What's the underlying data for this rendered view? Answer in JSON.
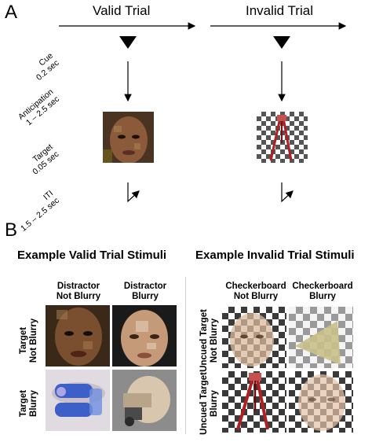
{
  "panel_a": {
    "letter": "A",
    "valid_title": "Valid Trial",
    "invalid_title": "Invalid Trial",
    "stages": [
      {
        "name": "Cue",
        "time": "0.2 sec"
      },
      {
        "name": "Anticipation",
        "time": "1 – 2.5 sec"
      },
      {
        "name": "Target",
        "time": "0.05 sec"
      },
      {
        "name": "ITI",
        "time": "1.5 – 2.5 sec"
      }
    ]
  },
  "panel_b": {
    "letter": "B",
    "valid_section_title": "Example Valid Trial Stimuli",
    "invalid_section_title": "Example Invalid Trial Stimuli",
    "valid_col_headers": [
      "Distractor\nNot Blurry",
      "Distractor\nBlurry"
    ],
    "valid_row_headers": [
      "Target\nNot Blurry",
      "Target\nBlurry"
    ],
    "invalid_col_headers": [
      "Checkerboard\nNot Blurry",
      "Checkerboard\nBlurry"
    ],
    "invalid_row_headers": [
      "Uncued Target\nNot Blurry",
      "Uncued Target\nBlurry"
    ]
  },
  "colors": {
    "skin": "#8a5a3a",
    "checker_dark": "#3a3a3a",
    "face_light": "#d9b99c",
    "blue_object": "#3d5fc8",
    "triangle": "#c9c08a",
    "tripod_red": "#b02020"
  }
}
